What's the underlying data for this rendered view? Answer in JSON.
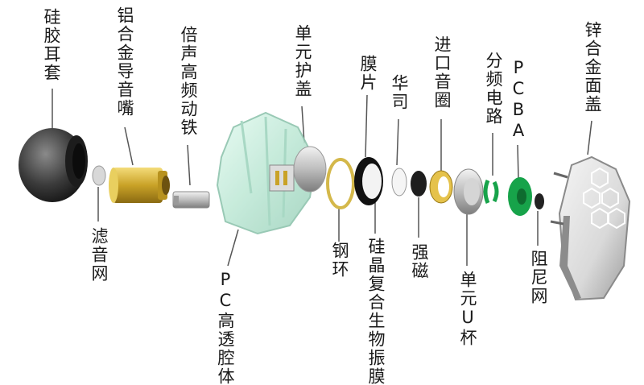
{
  "labels": {
    "eartip": "硅胶耳套",
    "nozzle": "铝合金导音嘴",
    "ba_driver": "倍声高频动铁",
    "driver_cover": "单元护盖",
    "membrane": "膜片",
    "washer": "华司",
    "sound_ring": "进口音圈",
    "frequency_circuit": "分频电路",
    "pcba": "PCBA",
    "faceplate": "锌合金面盖",
    "filter_mesh": "滤音网",
    "cavity": "PC高透腔体",
    "steel_ring": "钢环",
    "diaphragm": "硅晶复合生物振膜",
    "magnet": "强磁",
    "driver_cup": "单元U杯",
    "damping_mesh": "阻尼网"
  },
  "colors": {
    "eartip": "#3a3a3a",
    "nozzle": "#c9a227",
    "cavity": "#bfe8d6",
    "steel_ring": "#d4b84a",
    "diaphragm": "#111111",
    "pcba": "#17a34a",
    "faceplate": "#d9d9d9"
  }
}
